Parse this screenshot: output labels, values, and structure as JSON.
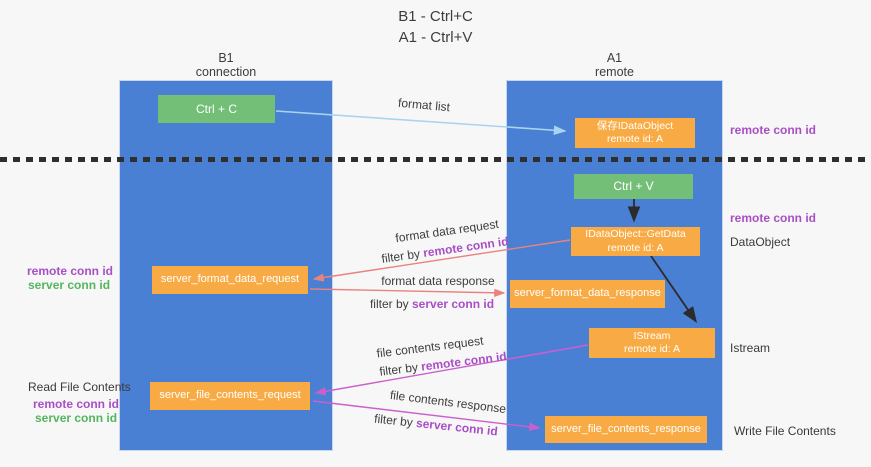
{
  "title": {
    "line1": "B1 - Ctrl+C",
    "line2": "A1 - Ctrl+V"
  },
  "lifelines": {
    "left": {
      "name": "B1",
      "role": "connection"
    },
    "right": {
      "name": "A1",
      "role": "remote"
    }
  },
  "nodes": {
    "ctrl_c": "Ctrl + C",
    "ctrl_v": "Ctrl + V",
    "save_idataobject_line1": "保存IDataObject",
    "save_idataobject_line2": "remote id: A",
    "getdata_line1": "IDataObject::GetData",
    "getdata_line2": "remote id: A",
    "istream_line1": "IStream",
    "istream_line2": "remote id: A",
    "server_format_data_request": "server_format_data_request",
    "server_format_data_response": "server_format_data_response",
    "server_file_contents_request": "server_file_contents_request",
    "server_file_contents_response": "server_file_contents_response"
  },
  "flow_labels": {
    "format_list": "format list",
    "format_data_request": "format data request",
    "format_data_response": "format data response",
    "file_contents_request": "file contents request",
    "file_contents_response": "file contents response",
    "filter_by": "filter by",
    "remote_conn_id": "remote conn id",
    "server_conn_id": "server conn id"
  },
  "side_labels": {
    "right_top_remote_conn_id": "remote conn id",
    "right_mid_remote_conn_id": "remote conn id",
    "dataobject": "DataObject",
    "istream": "Istream",
    "write_file_contents": "Write File Contents",
    "left_remote_conn_id_1": "remote conn id",
    "left_server_conn_id_1": "server conn id",
    "read_file_contents": "Read File Contents",
    "left_remote_conn_id_2": "remote conn id",
    "left_server_conn_id_2": "server conn id"
  },
  "colors": {
    "bg": "#f7f7f8",
    "column-blue": "#4a80d4",
    "box-green": "#74bf78",
    "box-orange": "#f8ab44",
    "text-purple": "#a94fc5",
    "text-green": "#53b65f",
    "arrow-salmon": "#e8837d",
    "arrow-magenta": "#cc5fcd",
    "arrow-lightblue": "#a8d4f1",
    "arrow-black": "#2b2b2b"
  }
}
